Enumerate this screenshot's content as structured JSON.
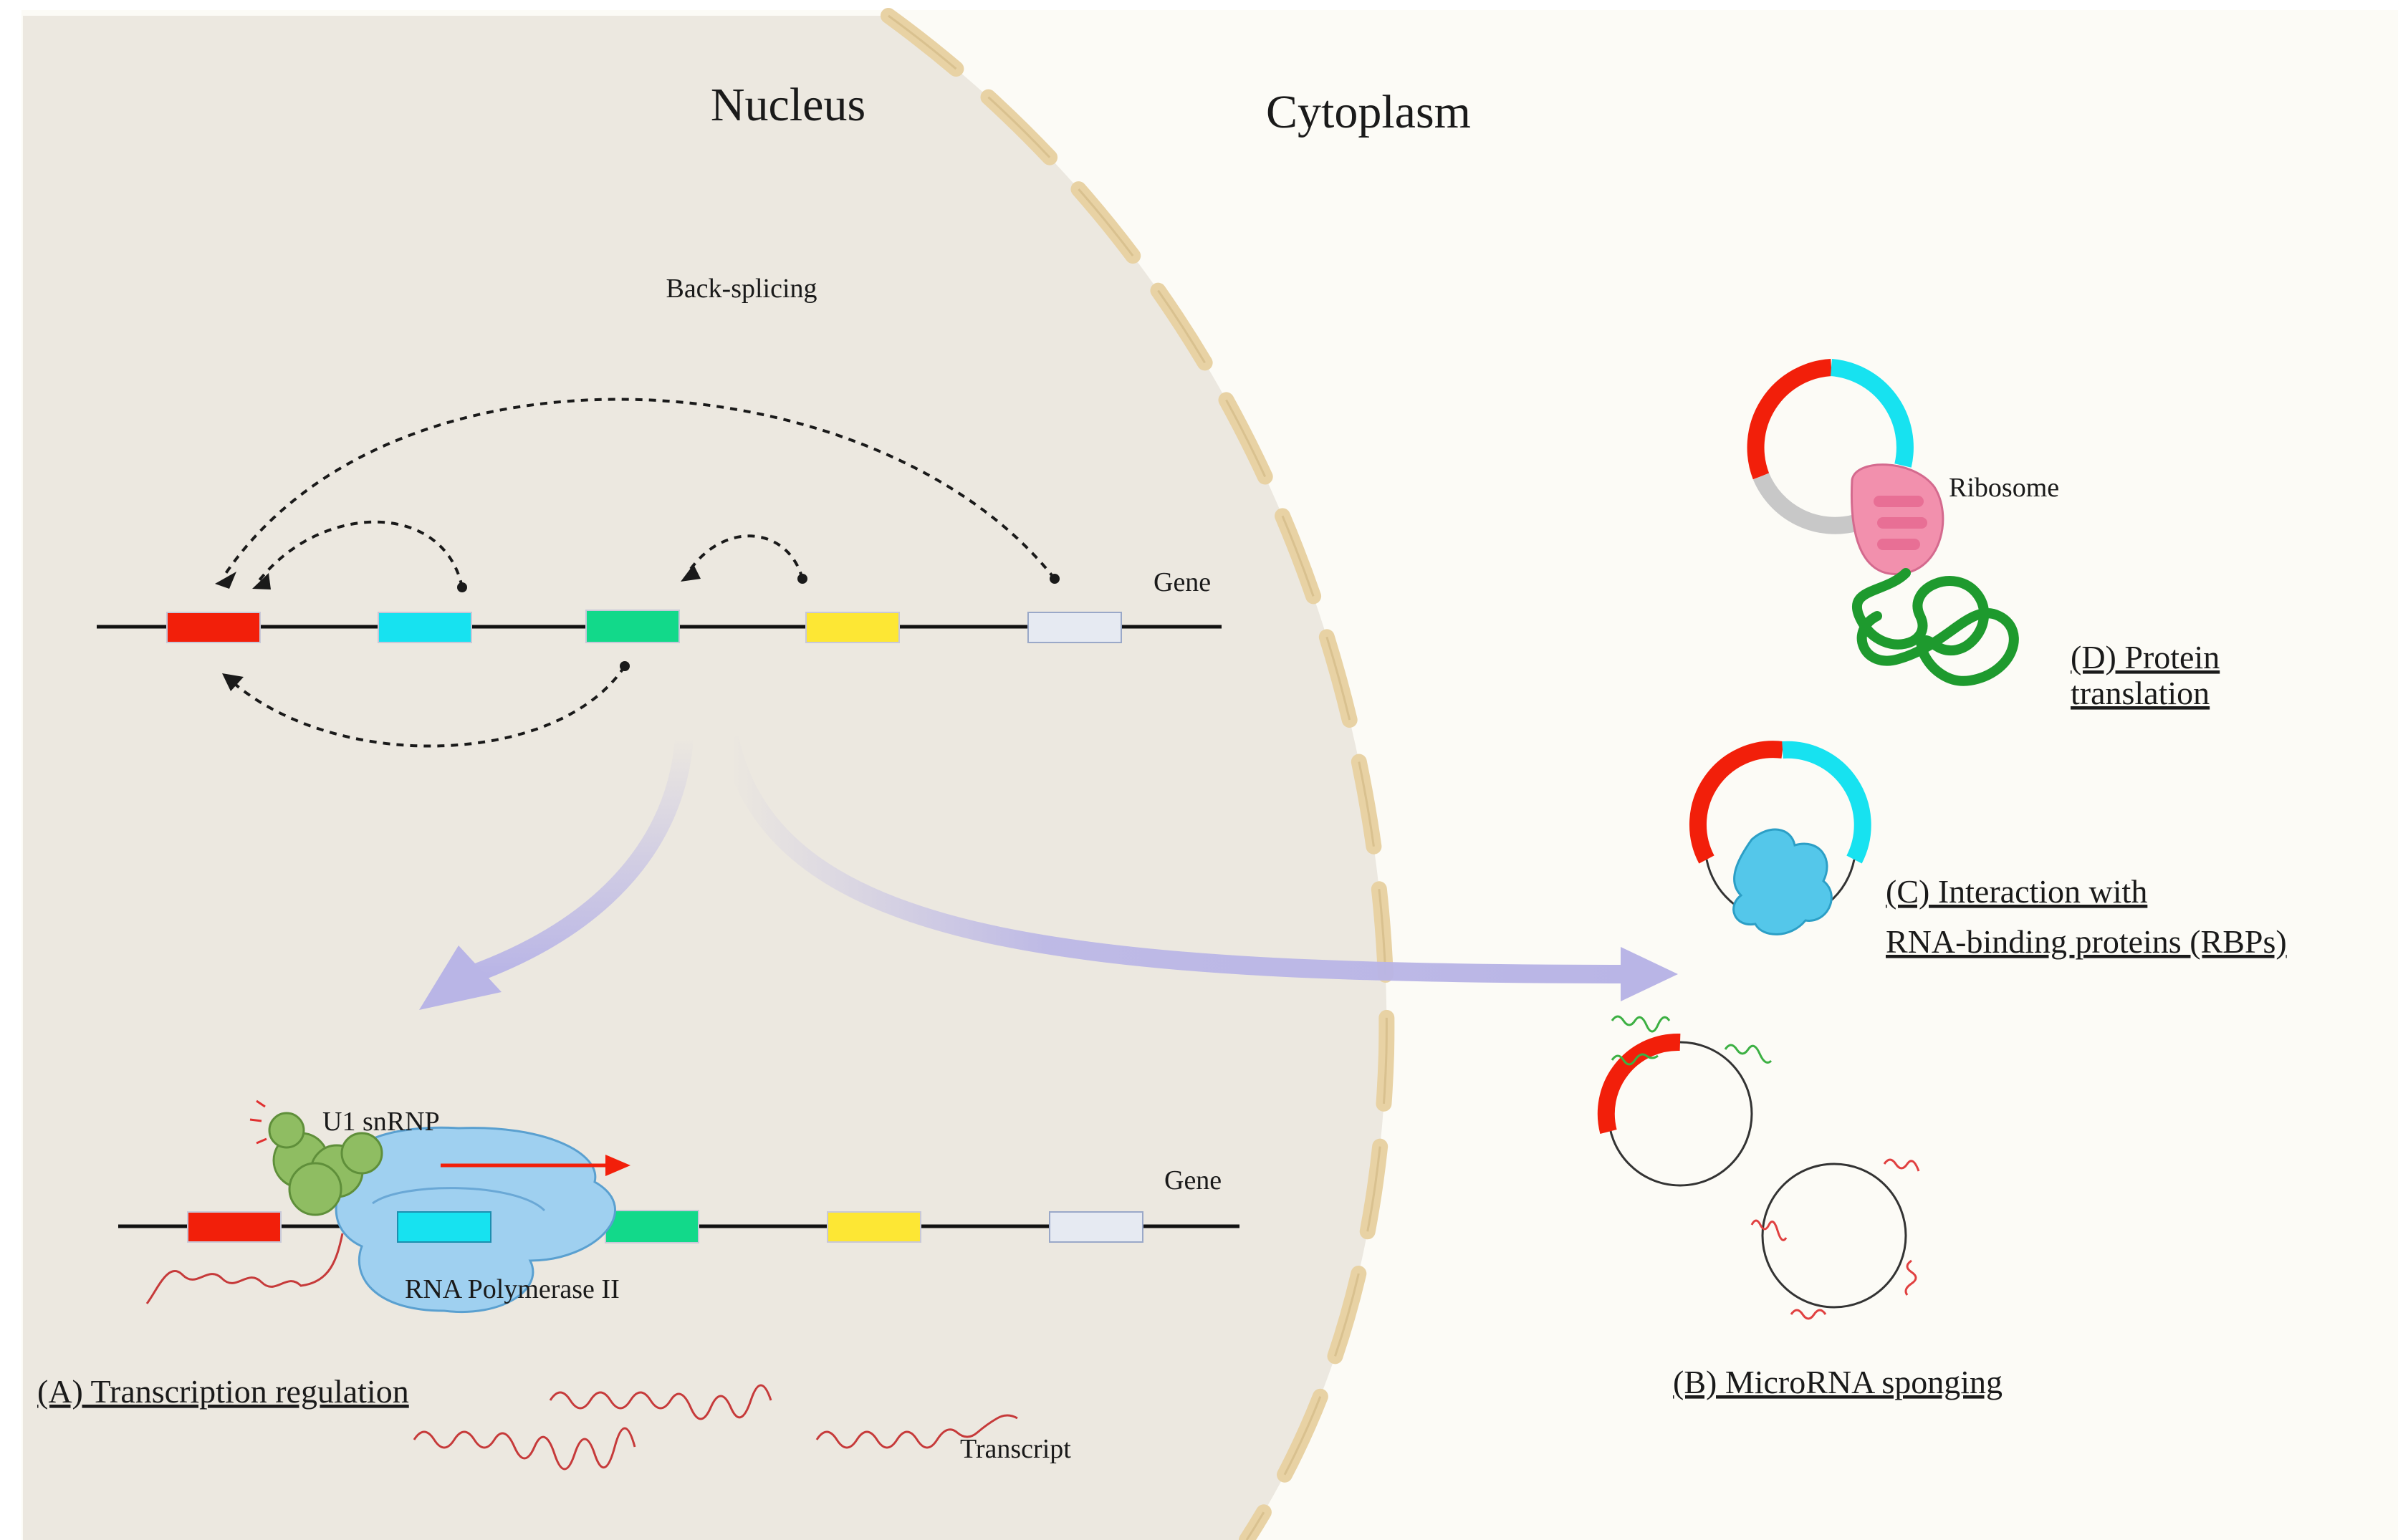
{
  "regions": {
    "nucleus": "Nucleus",
    "cytoplasm": "Cytoplasm"
  },
  "labels": {
    "back_splicing": "Back-splicing",
    "gene_top": "Gene",
    "gene_bottom": "Gene",
    "u1_snrnp": "U1 snRNP",
    "rna_pol": "RNA Polymerase II",
    "transcript": "Transcript",
    "ribosome": "Ribosome"
  },
  "functions": {
    "a": "(A) Transcription regulation",
    "b": "(B) MicroRNA sponging",
    "c_line1": "(C) Interaction with",
    "c_line2": "RNA-binding  proteins (RBPs)",
    "d_line1": "(D) Protein",
    "d_line2": "translation"
  },
  "colors": {
    "nucleus_fill": "#ece8e0",
    "cytoplasm_fill": "#fcfbf6",
    "envelope": "#e8d2a4",
    "exon_red": "#f21f0a",
    "exon_cyan": "#17e2f0",
    "exon_green": "#12d98a",
    "exon_yellow": "#fde734",
    "exon_grey": "#e6eaf2",
    "arrow_purple": "#b9b5e6",
    "rnap": "#9fd0f0",
    "u1": "#8fbd62",
    "ribosome": "#f290ad",
    "protein": "#1e9a2e",
    "rbp": "#54c7ea",
    "transcript": "#c63a3a"
  }
}
